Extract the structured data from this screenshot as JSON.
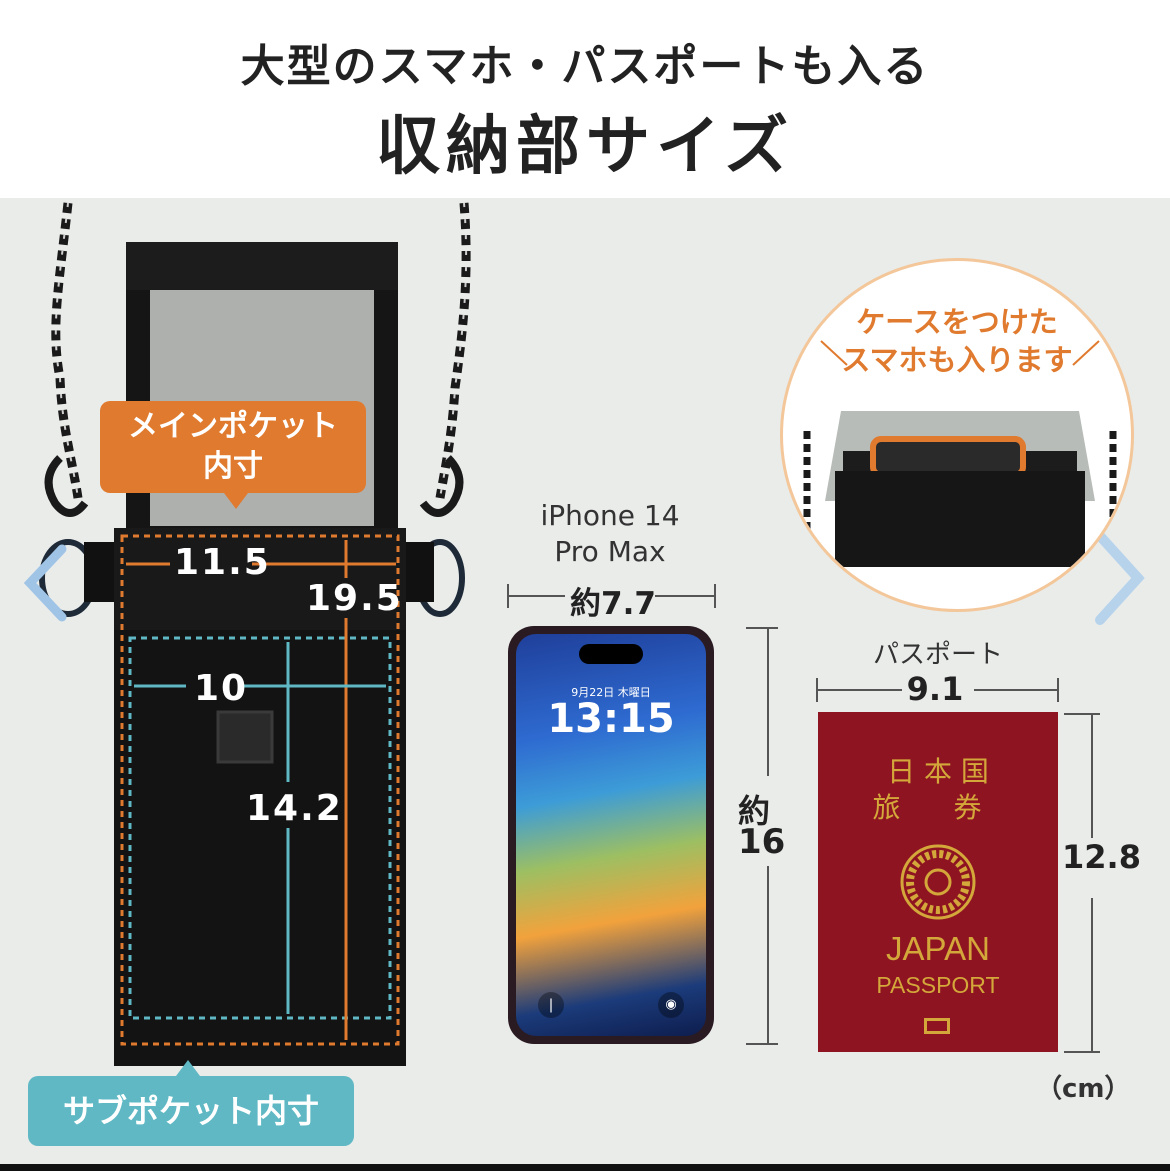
{
  "header": {
    "line1": "大型のスマホ・パスポートも入る",
    "line2": "収納部サイズ"
  },
  "pouch": {
    "main_pocket_label": "メインポケット\n内寸",
    "main_width": "11.5",
    "main_height": "19.5",
    "sub_width": "10",
    "sub_height": "14.2",
    "sub_pocket_label": "サブポケット内寸"
  },
  "iphone": {
    "model": "iPhone 14\nPro Max",
    "width": "約7.7",
    "height_prefix": "約",
    "height": "16",
    "lock_date": "9月22日 木曜日",
    "lock_time": "13:15"
  },
  "passport": {
    "label": "パスポート",
    "width": "9.1",
    "height": "12.8",
    "cover_line1": "日 本 国",
    "cover_line2": "旅 券",
    "cover_country": "JAPAN",
    "cover_type": "PASSPORT"
  },
  "inset": {
    "line1": "ケースをつけた",
    "line2": "スマホも入ります"
  },
  "unit": "（cm）",
  "colors": {
    "orange": "#e07a2e",
    "teal": "#5fb8c4",
    "panel_bg": "#eaecea",
    "passport_red": "#8e1422",
    "passport_gold": "#d4a73a"
  },
  "icons": [
    "chevron-left-icon",
    "chevron-right-icon",
    "flashlight-icon",
    "camera-icon",
    "chrysanthemum-emblem-icon",
    "chip-icon"
  ]
}
